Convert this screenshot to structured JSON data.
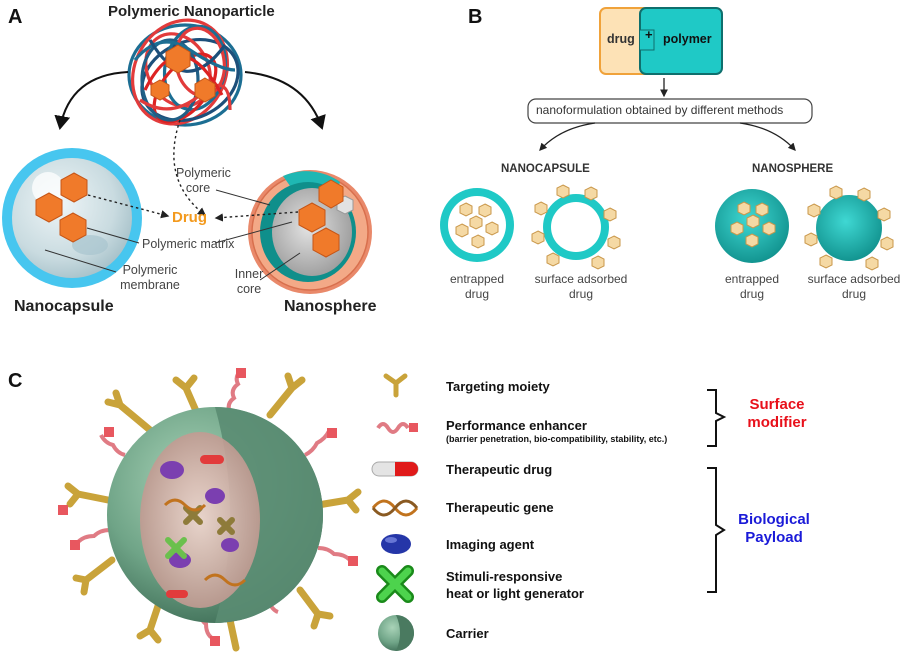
{
  "panels": {
    "a": {
      "letter": "A",
      "title": "Polymeric Nanoparticle",
      "left_name": "Nanocapsule",
      "right_name": "Nanosphere",
      "drug_label": "Drug",
      "polymeric_core": "Polymeric\ncore",
      "polymeric_matrix": "Polymeric matrix",
      "polymeric_membrane": "Polymeric\nmembrane",
      "inner_core": "Inner\ncore"
    },
    "b": {
      "letter": "B",
      "box_drug": "drug",
      "box_plus": "+",
      "box_polymer": "polymer",
      "method": "nanoformulation obtained by different methods",
      "nanocapsule": "NANOCAPSULE",
      "nanosphere": "NANOSPHERE",
      "entrapped": "entrapped\ndrug",
      "surface_adsorbed": "surface adsorbed\ndrug"
    },
    "c": {
      "letter": "C",
      "legend": [
        {
          "icon": "targeting-moiety-icon",
          "label": "Targeting moiety",
          "sub": ""
        },
        {
          "icon": "performance-enhancer-icon",
          "label": "Performance enhancer",
          "sub": "(barrier penetration, bio-compatibility, stability, etc.)"
        },
        {
          "icon": "therapeutic-drug-capsule-icon",
          "label": "Therapeutic drug",
          "sub": ""
        },
        {
          "icon": "therapeutic-gene-helix-icon",
          "label": "Therapeutic gene",
          "sub": ""
        },
        {
          "icon": "imaging-agent-icon",
          "label": "Imaging agent",
          "sub": ""
        },
        {
          "icon": "stimuli-responsive-x-icon",
          "label": "Stimuli-responsive\nheat or light generator",
          "sub": ""
        },
        {
          "icon": "carrier-sphere-icon",
          "label": "Carrier",
          "sub": ""
        }
      ],
      "group_surface": "Surface\nmodifier",
      "group_payload": "Biological\nPayload",
      "colors": {
        "surface": "#e8101a",
        "payload": "#1a1ad8"
      }
    }
  },
  "colors": {
    "drug_hex": "#f07a2a",
    "drug_label": "#f39a1e",
    "teal": "#1fc9c6",
    "teal_dark": "#0f9d9a",
    "capsule_blue": "#47c6ef",
    "bead": "#f5d9a4",
    "bead_stroke": "#d7ac5f",
    "carrier": "#6fa487"
  }
}
